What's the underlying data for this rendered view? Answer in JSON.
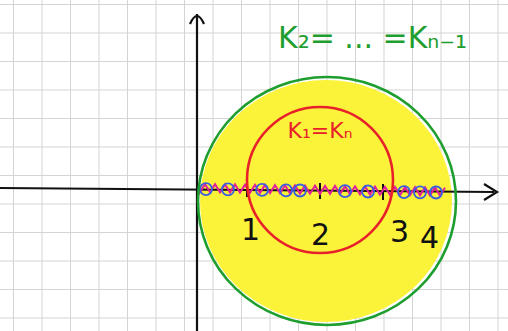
{
  "diagram": {
    "nodes": [
      {
        "text": [
          "K₂= ... =Kₙ₋₁"
        ]
      },
      {
        "text": [
          "K₁=Kₙ"
        ],
        "in": 0
      }
    ],
    "labels": [
      "1",
      "2",
      "3",
      "4"
    ]
  }
}
